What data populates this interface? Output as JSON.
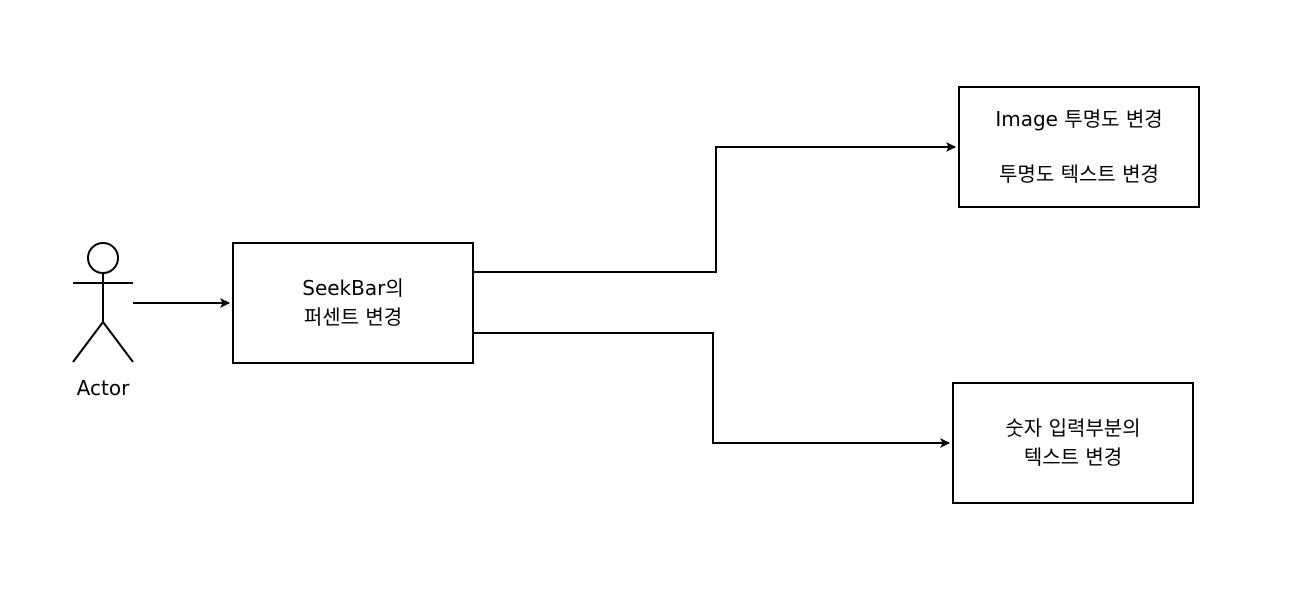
{
  "actor": {
    "label": "Actor"
  },
  "boxes": {
    "seekbar": {
      "line1": "SeekBar의",
      "line2": "퍼센트 변경"
    },
    "image": {
      "line1": "Image 투명도 변경",
      "line2": "투명도 텍스트 변경"
    },
    "number": {
      "line1": "숫자 입력부분의",
      "line2": "텍스트 변경"
    }
  },
  "colors": {
    "stroke": "#000000",
    "background": "#ffffff"
  }
}
